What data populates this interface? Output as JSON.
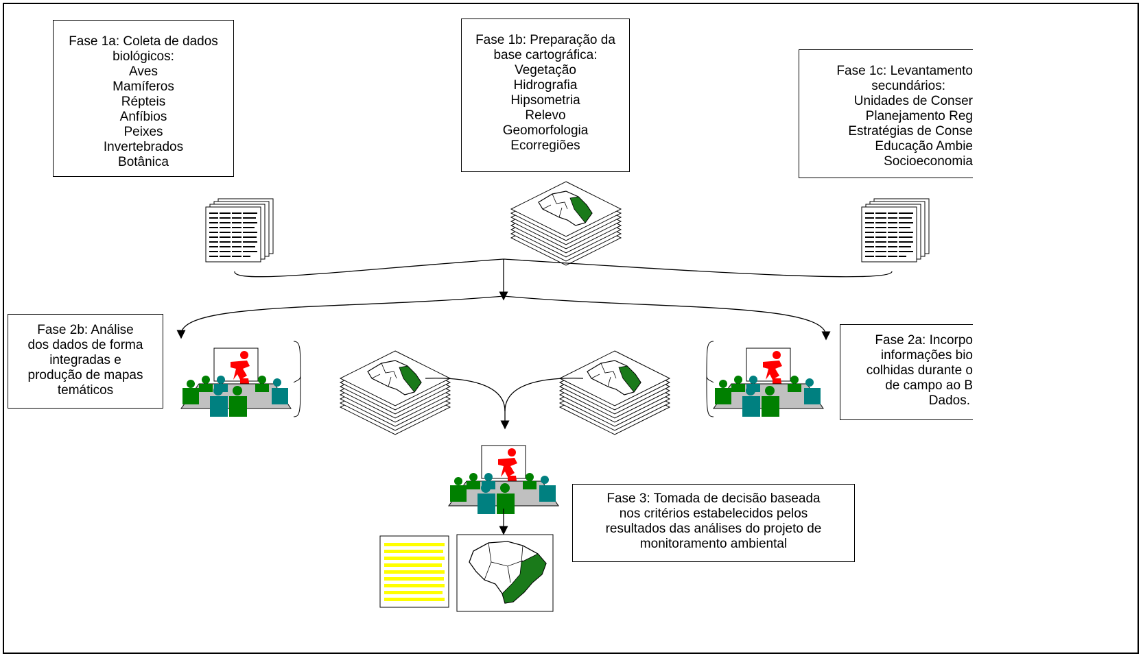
{
  "phase1a": {
    "title": "Fase 1a: Coleta de dados biológicos:",
    "items": [
      "Aves",
      "Mamíferos",
      "Répteis",
      "Anfíbios",
      "Peixes",
      "Invertebrados",
      "Botânica"
    ]
  },
  "phase1b": {
    "title": "Fase 1b: Preparação da base cartográfica:",
    "items": [
      "Vegetação",
      "Hidrografia",
      "Hipsometria",
      "Relevo",
      "Geomorfologia",
      "Ecorregiões"
    ]
  },
  "phase1c": {
    "lines": [
      "Fase 1c: Levantamento",
      "secundários:",
      "Unidades de Conser",
      "Planejamento Reg",
      "Estratégias de Conse",
      "Educação Ambie",
      "Socioeconomia"
    ]
  },
  "phase2b": {
    "lines": [
      "Fase 2b: Análise",
      "dos dados de forma",
      "integradas e",
      "produção de mapas",
      "temáticos"
    ]
  },
  "phase2a": {
    "lines": [
      "Fase 2a: Incorpo",
      "informações bio",
      "colhidas durante o",
      "de campo ao B",
      "Dados."
    ]
  },
  "phase3": {
    "lines": [
      "Fase 3: Tomada de decisão baseada",
      "nos critérios estabelecidos pelos",
      "resultados das análises do projeto de",
      "monitoramento ambiental"
    ]
  },
  "colors": {
    "person_green": "#008000",
    "person_teal": "#008080",
    "presenter_red": "#ff0000",
    "table_gray": "#c0c0c0",
    "map_green": "#1a7a1a",
    "list_yellow": "#ffff00"
  }
}
